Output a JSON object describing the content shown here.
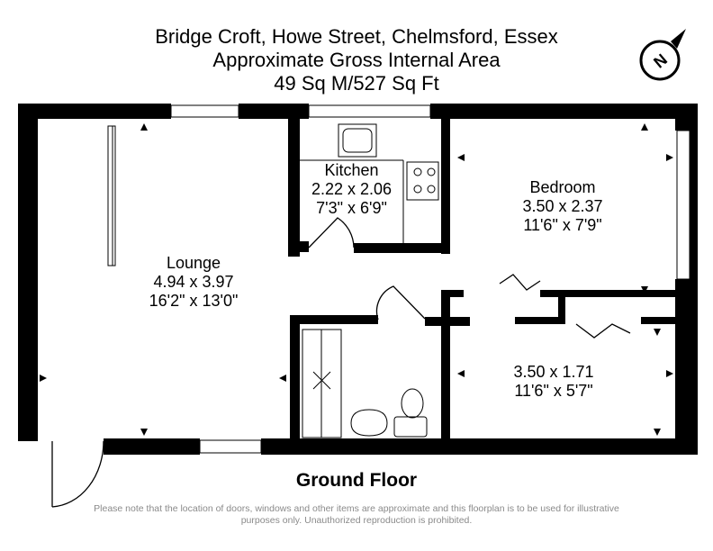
{
  "header": {
    "address": "Bridge Croft, Howe Street, Chelmsford, Essex",
    "area_label": "Approximate Gross Internal Area",
    "area_value": "49 Sq M/527 Sq Ft"
  },
  "compass": {
    "icon": "north-compass-icon",
    "letter": "N"
  },
  "rooms": [
    {
      "name": "Lounge",
      "metric": "4.94 x 3.97",
      "imperial": "16'2\" x 13'0\""
    },
    {
      "name": "Kitchen",
      "metric": "2.22 x 2.06",
      "imperial": "7'3\" x 6'9\""
    },
    {
      "name": "Bedroom",
      "metric": "3.50 x 2.37",
      "imperial": "11'6\" x 7'9\""
    },
    {
      "name": "",
      "metric": "3.50 x 1.71",
      "imperial": "11'6\" x 5'7\""
    }
  ],
  "floor_label": "Ground Floor",
  "disclaimer": {
    "line1": "Please note that the location of doors, windows and other items are approximate and this floorplan is to be used for illustrative",
    "line2": "purposes only. Unauthorized reproduction is prohibited."
  }
}
